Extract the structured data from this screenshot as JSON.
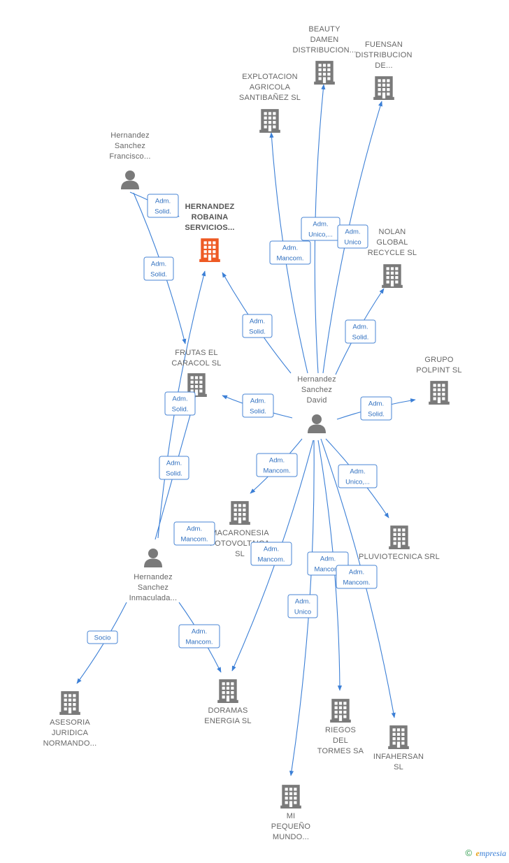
{
  "colors": {
    "edge": "#3b7fd6",
    "company": "#7a7a7a",
    "highlight": "#ee5a24",
    "person": "#7a7a7a"
  },
  "nodes": [
    {
      "id": "beauty",
      "type": "company",
      "lines": [
        "BEAUTY",
        "DAMEN",
        "DISTRIBUCION..."
      ]
    },
    {
      "id": "fuensan",
      "type": "company",
      "lines": [
        "FUENSAN",
        "DISTRIBUCION",
        "DE..."
      ]
    },
    {
      "id": "explotacion",
      "type": "company",
      "lines": [
        "EXPLOTACION",
        "AGRICOLA",
        "SANTIBAÑEZ SL"
      ]
    },
    {
      "id": "hsfrancisco",
      "type": "person",
      "lines": [
        "Hernandez",
        "Sanchez",
        "Francisco..."
      ]
    },
    {
      "id": "hernandezrobaina",
      "type": "company",
      "highlight": true,
      "lines": [
        "HERNANDEZ",
        "ROBAINA",
        "SERVICIOS..."
      ]
    },
    {
      "id": "nolan",
      "type": "company",
      "lines": [
        "NOLAN",
        "GLOBAL",
        "RECYCLE  SL"
      ]
    },
    {
      "id": "frutas",
      "type": "company",
      "lines": [
        "FRUTAS EL",
        "CARACOL  SL"
      ]
    },
    {
      "id": "hsdavid",
      "type": "person",
      "lines": [
        "Hernandez",
        "Sanchez",
        "David"
      ]
    },
    {
      "id": "polpint",
      "type": "company",
      "lines": [
        "GRUPO",
        "POLPINT SL"
      ]
    },
    {
      "id": "macaronesia",
      "type": "company",
      "lines": [
        "MACARONESIA",
        "FOTOVOLTAICA",
        "SL"
      ]
    },
    {
      "id": "pluvio",
      "type": "company",
      "lines": [
        "PLUVIOTECNICA SRL"
      ]
    },
    {
      "id": "hsinmaculada",
      "type": "person",
      "lines": [
        "Hernandez",
        "Sanchez",
        "Inmaculada..."
      ]
    },
    {
      "id": "asesoria",
      "type": "company",
      "lines": [
        "ASESORIA",
        "JURIDICA",
        "NORMANDO..."
      ]
    },
    {
      "id": "doramas",
      "type": "company",
      "lines": [
        "DORAMAS",
        "ENERGIA  SL"
      ]
    },
    {
      "id": "riegos",
      "type": "company",
      "lines": [
        "RIEGOS",
        "DEL",
        "TORMES SA"
      ]
    },
    {
      "id": "infahersan",
      "type": "company",
      "lines": [
        "INFAHERSAN",
        "SL"
      ]
    },
    {
      "id": "mipequeno",
      "type": "company",
      "lines": [
        "MI",
        "PEQUEÑO",
        "MUNDO..."
      ]
    }
  ],
  "edges": [
    {
      "id": "e1",
      "label": [
        "Adm.",
        "Solid."
      ]
    },
    {
      "id": "e2",
      "label": [
        "Adm.",
        "Solid."
      ]
    },
    {
      "id": "e3",
      "label": [
        "Adm.",
        "Solid."
      ]
    },
    {
      "id": "e4",
      "label": [
        "Adm.",
        "Mancom."
      ]
    },
    {
      "id": "e5",
      "label": [
        "Adm.",
        "Unico,..."
      ]
    },
    {
      "id": "e6",
      "label": [
        "Adm.",
        "Unico"
      ]
    },
    {
      "id": "e7",
      "label": [
        "Adm.",
        "Solid."
      ]
    },
    {
      "id": "e8",
      "label": [
        "Adm.",
        "Solid."
      ]
    },
    {
      "id": "e9",
      "label": [
        "Adm.",
        "Solid."
      ]
    },
    {
      "id": "e10",
      "label": [
        "Adm.",
        "Mancom."
      ]
    },
    {
      "id": "e11",
      "label": [
        "Adm.",
        "Unico,..."
      ]
    },
    {
      "id": "e12",
      "label": [
        "Adm.",
        "Mancom."
      ]
    },
    {
      "id": "e13",
      "label": [
        "Adm.",
        "Mancom."
      ]
    },
    {
      "id": "e14",
      "label": [
        "Adm.",
        "Mancom."
      ]
    },
    {
      "id": "e15",
      "label": [
        "Adm.",
        "Unico"
      ]
    },
    {
      "id": "e16",
      "label": [
        "Adm.",
        "Solid."
      ]
    },
    {
      "id": "e17",
      "label": [
        "Adm.",
        "Solid."
      ]
    },
    {
      "id": "e18",
      "label": [
        "Adm.",
        "Mancom."
      ]
    },
    {
      "id": "e19",
      "label": [
        "Socio"
      ]
    },
    {
      "id": "e20",
      "label": [
        "Adm.",
        "Mancom."
      ]
    }
  ],
  "footer": {
    "copyright": "©",
    "brand_first": "e",
    "brand_rest": "mpresia"
  }
}
